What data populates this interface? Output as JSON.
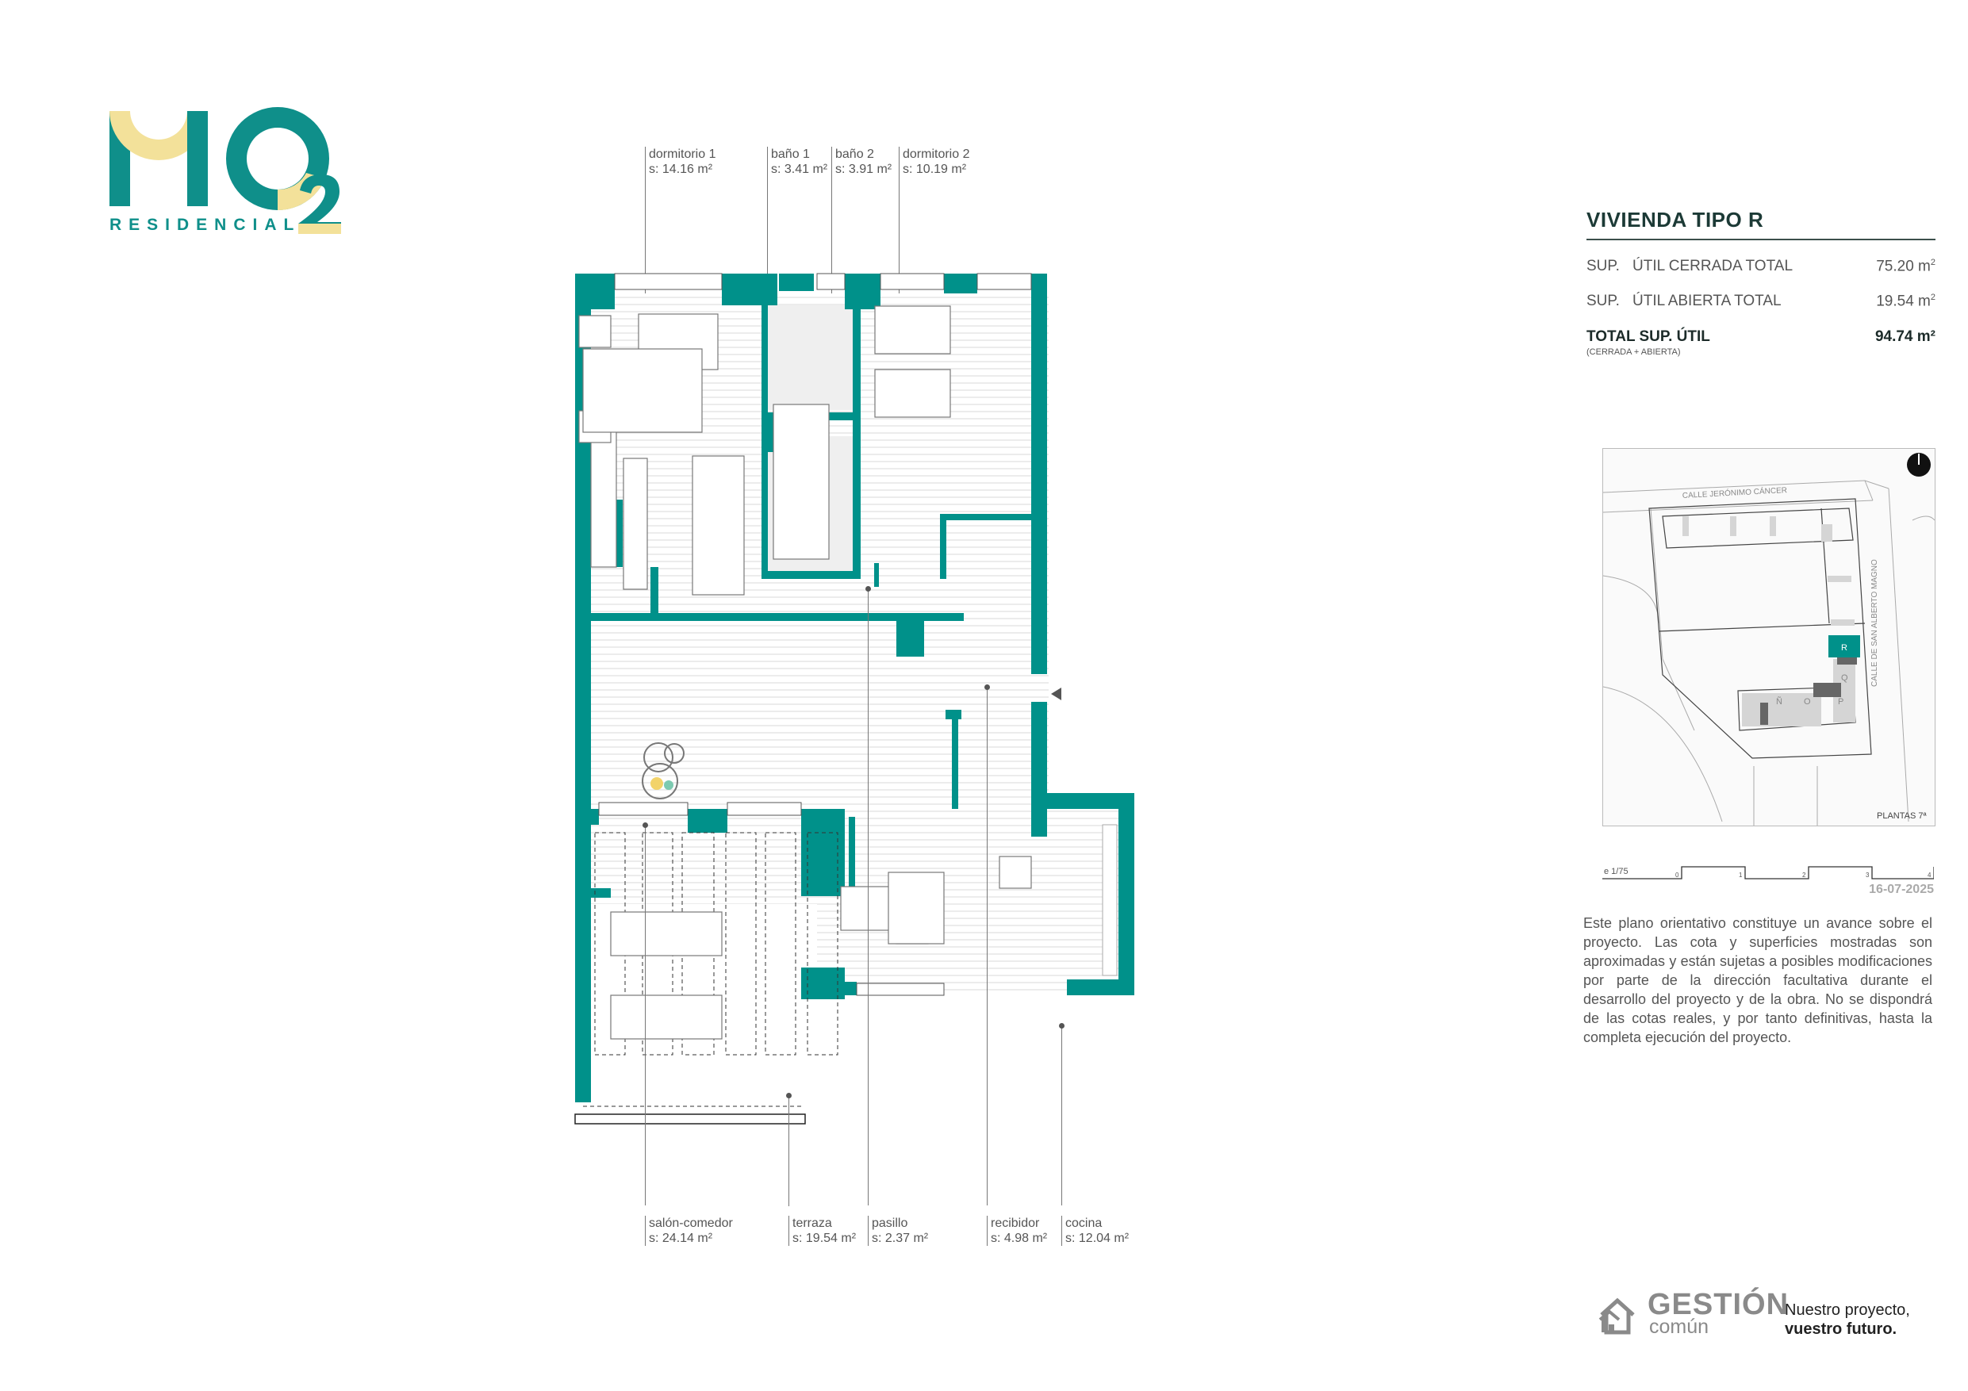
{
  "logo": {
    "mark": "MO2",
    "subtitle": "RESIDENCIAL",
    "colors": {
      "teal": "#0f8f8a",
      "cream": "#f3e19a"
    }
  },
  "plan": {
    "wall_color": "#00918a",
    "top_labels": [
      {
        "name": "dormitorio 1",
        "area": "s: 14.16 m²"
      },
      {
        "name": "baño 1",
        "area": "s: 3.41 m²"
      },
      {
        "name": "baño 2",
        "area": "s: 3.91 m²"
      },
      {
        "name": "dormitorio 2",
        "area": "s: 10.19 m²"
      }
    ],
    "bottom_labels": [
      {
        "name": "salón-comedor",
        "area": "s: 24.14 m²"
      },
      {
        "name": "terraza",
        "area": "s: 19.54 m²"
      },
      {
        "name": "pasillo",
        "area": "s: 2.37 m²"
      },
      {
        "name": "recibidor",
        "area": "s: 4.98 m²"
      },
      {
        "name": "cocina",
        "area": "s: 12.04 m²"
      }
    ],
    "entrance_icon": "entrance-arrow-icon"
  },
  "summary": {
    "title": "VIVIENDA TIPO R",
    "rows": [
      {
        "prefix": "SUP.",
        "label": "ÚTIL CERRADA TOTAL",
        "value": "75.20 m",
        "unit_sup": "2"
      },
      {
        "prefix": "SUP.",
        "label": "ÚTIL ABIERTA TOTAL",
        "value": "19.54 m",
        "unit_sup": "2"
      }
    ],
    "total": {
      "label": "TOTAL SUP. ÚTIL",
      "note": "(CERRADA + ABIERTA)",
      "value": "94.74 m²"
    }
  },
  "keymap": {
    "streets": [
      "CALLE JERÓNIMO CÁNCER",
      "CALLE DE SAN ALBERTO MAGNO"
    ],
    "units": [
      "Ñ",
      "O",
      "P",
      "Q",
      "R"
    ],
    "highlighted_unit": "R",
    "floor_label": "PLANTAS 7ª",
    "north_icon": "north-arrow-icon"
  },
  "scale": {
    "label": "e 1/75",
    "ticks": [
      "0",
      "1",
      "2",
      "3",
      "4"
    ]
  },
  "date": "16-07-2025",
  "disclaimer": "Este plano orientativo constituye un avance sobre el proyecto. Las cota y superficies mostradas son aproximadas y están sujetas a posibles modificaciones por parte de la dirección facultativa durante el desarrollo del proyecto y de la obra. No se dispondrá de las cotas reales, y por tanto definitivas, hasta la completa ejecución del proyecto.",
  "footer": {
    "brand_name": "GESTIÓN",
    "brand_sub": "común",
    "slogan_line1": "Nuestro proyecto,",
    "slogan_line2": "vuestro futuro."
  }
}
